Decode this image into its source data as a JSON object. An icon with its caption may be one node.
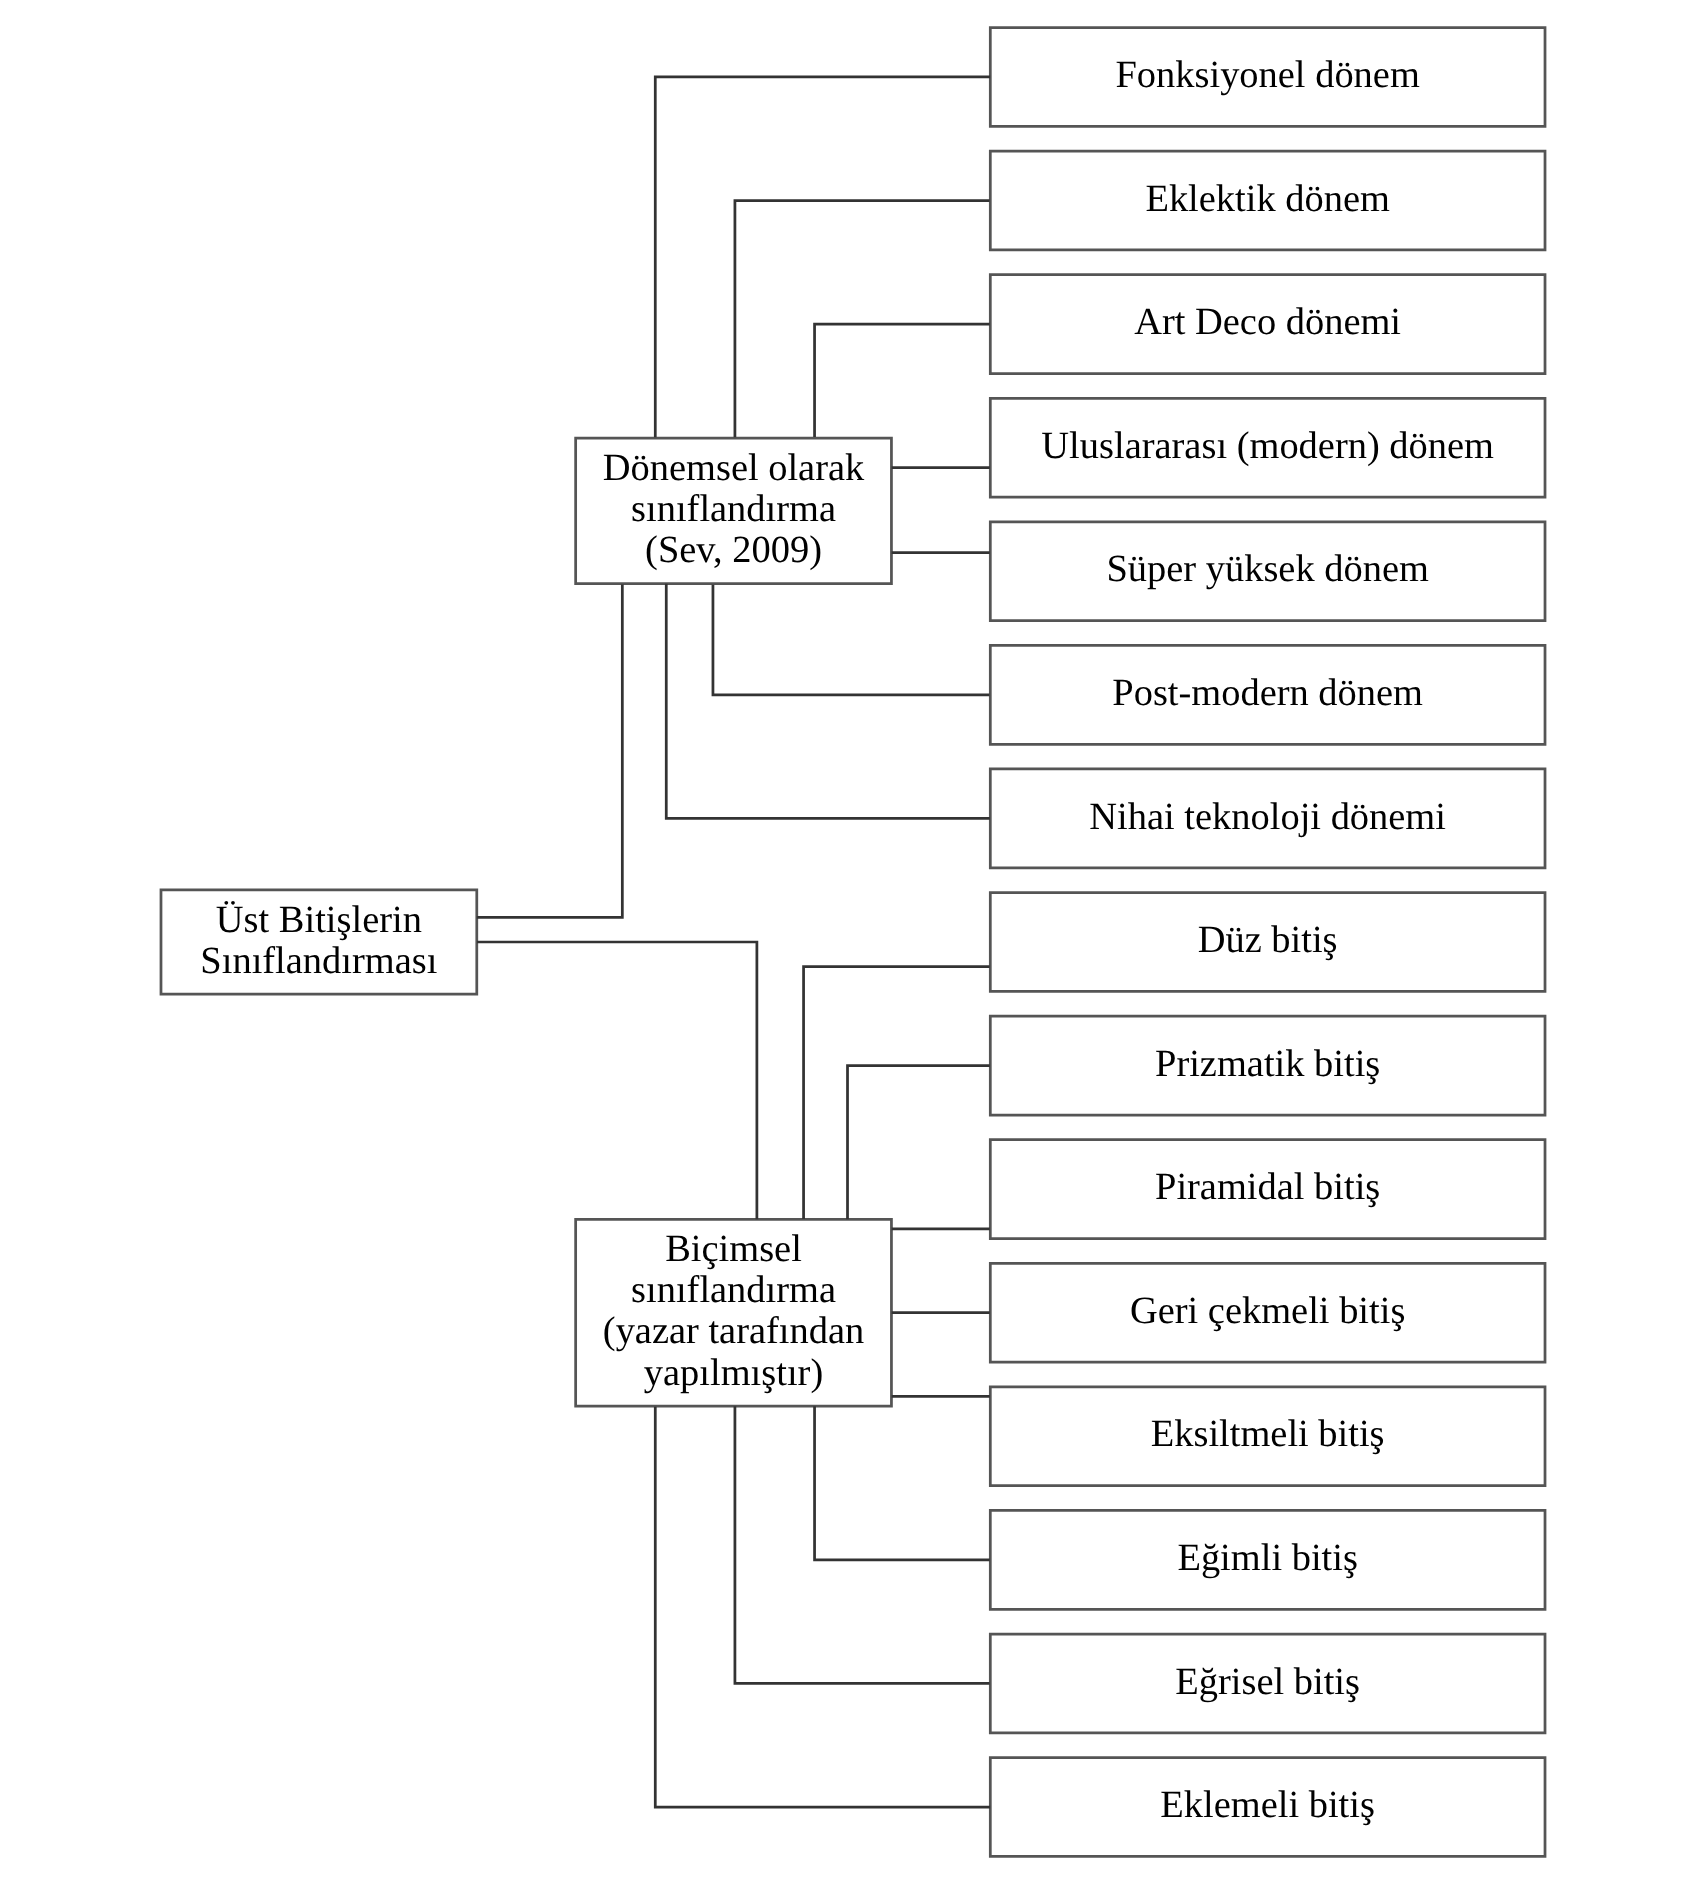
{
  "diagram": {
    "nodes": [
      {
        "text": [
          "Üst Bitişlerin Sınıflandırması"
        ]
      },
      {
        "text": [
          "Dönemsel olarak sınıflandırma (Sev, 2009)"
        ]
      },
      {
        "text": [
          "Fonksiyonel dönem"
        ]
      },
      {
        "text": [
          "Eklektik dönem"
        ]
      },
      {
        "text": [
          "Art Deco dönemi"
        ]
      },
      {
        "text": [
          "Uluslararası (modern) dönem"
        ]
      },
      {
        "text": [
          "Süper yüksek dönem"
        ]
      },
      {
        "text": [
          "Post-modern dönem"
        ]
      },
      {
        "text": [
          "Nihai teknoloji dönemi"
        ]
      },
      {
        "text": [
          "Biçimsel sınıflandırma (yazar tarafından yapılmıştır)"
        ]
      },
      {
        "text": [
          "Düz bitiş"
        ]
      },
      {
        "text": [
          "Prizmatik bitiş"
        ]
      },
      {
        "text": [
          "Piramidal bitiş"
        ]
      },
      {
        "text": [
          "Geri çekmeli bitiş"
        ]
      },
      {
        "text": [
          "Eksiltmeli bitiş"
        ]
      },
      {
        "text": [
          "Eğimli bitiş"
        ]
      },
      {
        "text": [
          "Eğrisel bitiş"
        ]
      },
      {
        "text": [
          "Eklemeli bitiş"
        ]
      }
    ],
    "edges": [
      {
        "from": 0,
        "to": 1,
        "arrow": "none"
      },
      {
        "from": 0,
        "to": 9,
        "arrow": "none"
      },
      {
        "from": 1,
        "to": 2,
        "arrow": "none"
      },
      {
        "from": 1,
        "to": 3,
        "arrow": "none"
      },
      {
        "from": 1,
        "to": 4,
        "arrow": "none"
      },
      {
        "from": 1,
        "to": 5,
        "arrow": "none"
      },
      {
        "from": 1,
        "to": 6,
        "arrow": "none"
      },
      {
        "from": 1,
        "to": 7,
        "arrow": "none"
      },
      {
        "from": 1,
        "to": 8,
        "arrow": "none"
      },
      {
        "from": 9,
        "to": 10,
        "arrow": "none"
      },
      {
        "from": 9,
        "to": 11,
        "arrow": "none"
      },
      {
        "from": 9,
        "to": 12,
        "arrow": "none"
      },
      {
        "from": 9,
        "to": 13,
        "arrow": "none"
      },
      {
        "from": 9,
        "to": 14,
        "arrow": "none"
      },
      {
        "from": 9,
        "to": 15,
        "arrow": "none"
      },
      {
        "from": 9,
        "to": 16,
        "arrow": "none"
      },
      {
        "from": 9,
        "to": 17,
        "arrow": "none"
      }
    ]
  }
}
